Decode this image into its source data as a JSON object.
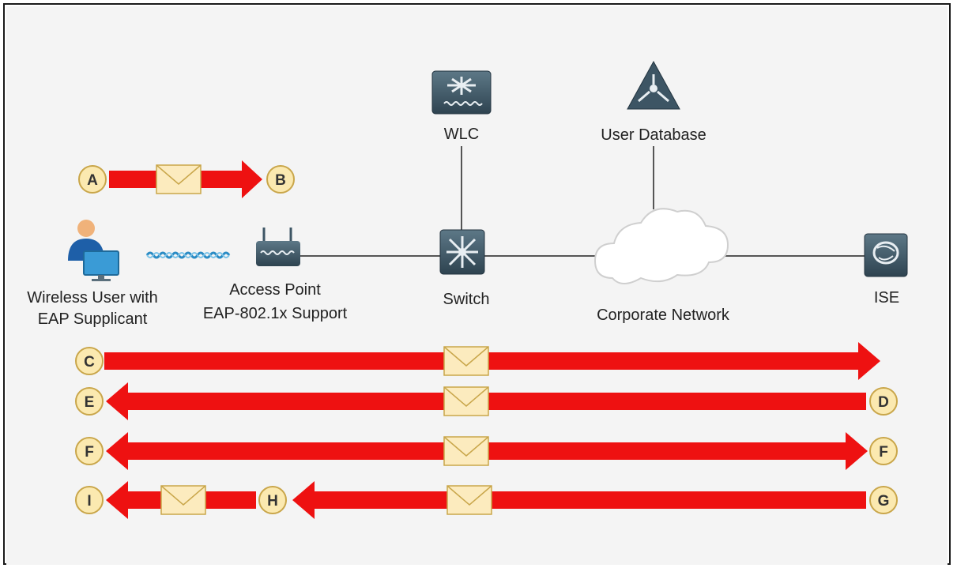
{
  "nodes": {
    "wlc": "WLC",
    "user_database": "User Database",
    "wireless_user": [
      "Wireless User with",
      "EAP Supplicant"
    ],
    "access_point": [
      "Access Point",
      "EAP-802.1x Support"
    ],
    "switch": "Switch",
    "corporate_network": "Corporate Network",
    "ise": "ISE"
  },
  "badges": {
    "a": "A",
    "b": "B",
    "c": "C",
    "d": "D",
    "e": "E",
    "f_left": "F",
    "f_right": "F",
    "g": "G",
    "h": "H",
    "i": "I"
  },
  "colors": {
    "arrow": "#ee1111",
    "badge_fill": "#fbe9b0",
    "badge_stroke": "#c9a64a",
    "envelope": "#fcebbe",
    "device": "#3d5564",
    "line": "#555555"
  }
}
